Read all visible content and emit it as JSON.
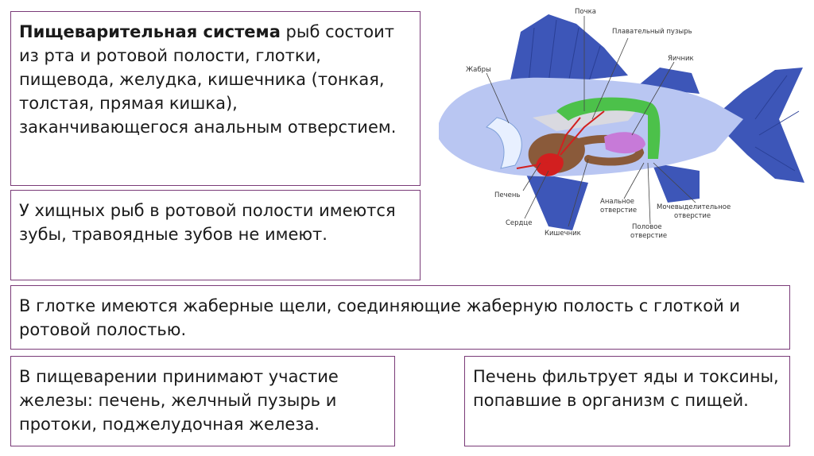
{
  "text_blocks": {
    "digestive_bold": "Пищеварительная система",
    "digestive_rest": " рыб состоит из рта и ротовой полости, глотки, пищевода, желудка, кишечника (тонкая, толстая, прямая кишка), заканчивающегося анальным отверстием.",
    "predators": "У хищных рыб в ротовой полости имеются зубы, травоядные зубов не имеют.",
    "pharynx": "В глотке имеются жаберные щели, соединяющие жаберную полость с глоткой и ротовой полостью.",
    "glands": "В пищеварении принимают участие железы: печень, желчный пузырь и протоки, поджелудочная железа.",
    "liver": "Печень фильтрует яды и токсины, попавшие в организм с пищей."
  },
  "diagram_labels": {
    "kidney": "Почка",
    "swim_bladder": "Плавательный пузырь",
    "gills": "Жабры",
    "ovary": "Яичник",
    "liver": "Печень",
    "heart": "Сердце",
    "intestine": "Кишечник",
    "anal_line1": "Анальное",
    "anal_line2": "отверстие",
    "genital_line1": "Половое",
    "genital_line2": "отверстие",
    "urinary_line1": "Мочевыделительное",
    "urinary_line2": "отверстие"
  },
  "colors": {
    "border": "#7a3b78",
    "fish_body": "#b9c6f2",
    "fins": "#3d56b8",
    "swim_bladder": "#4cc14a",
    "liver": "#8a5a3a",
    "heart": "#d21f1f",
    "ovary": "#c77ad8"
  }
}
